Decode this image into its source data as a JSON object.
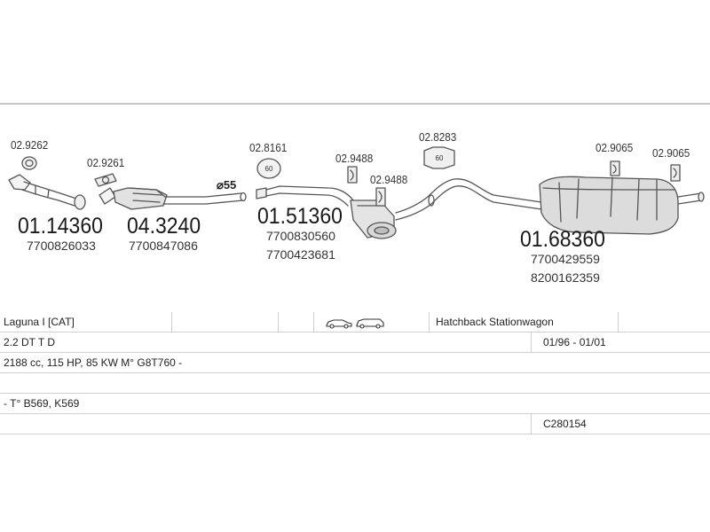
{
  "parts": {
    "pipe_front": {
      "number": "01.14360",
      "oe": [
        "7700826033"
      ]
    },
    "catalyst": {
      "number": "04.3240",
      "oe": [
        "7700847086"
      ]
    },
    "middle_pipe": {
      "number": "01.51360",
      "oe": [
        "7700830560",
        "7700423681"
      ]
    },
    "rear_silencer": {
      "number": "01.68360",
      "oe": [
        "7700429559",
        "8200162359"
      ]
    }
  },
  "accessories": {
    "gasket_front": "02.9262",
    "gasket_cat": "02.9261",
    "gasket_middle": "02.8161",
    "hanger_a": "02.9488",
    "hanger_b": "02.9488",
    "mount_middle": "02.8283",
    "hanger_rear_a": "02.9065",
    "hanger_rear_b": "02.9065",
    "gasket_middle_badge": "60",
    "mount_middle_badge": "60"
  },
  "diameter": "⌀55",
  "table": {
    "model": "Laguna I  [CAT]",
    "body_types": "Hatchback Stationwagon",
    "engine": "2.2 DT T D",
    "years": "01/96 - 01/01",
    "specs": "2188 cc, 115 HP, 85 KW M° G8T760 -",
    "types": "- T° B569, K569",
    "code": "C280154"
  }
}
